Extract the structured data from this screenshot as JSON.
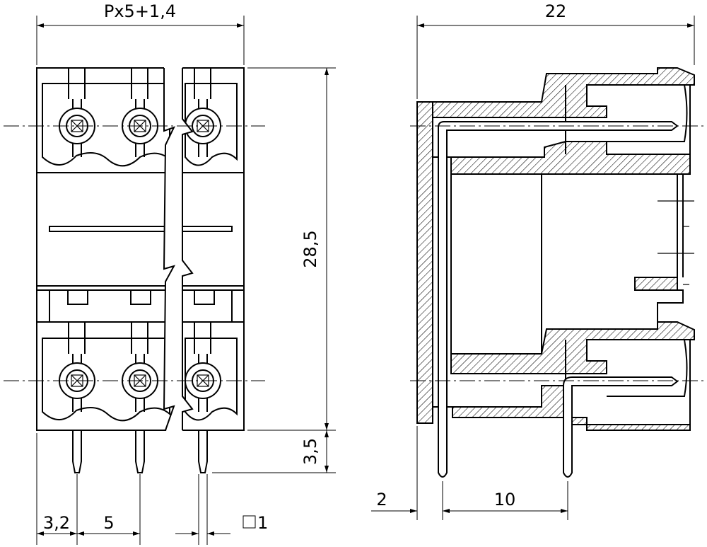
{
  "labels": {
    "front_width": "Px5+1,4",
    "side_width": "22",
    "height": "28,5",
    "pin_length": "3,5",
    "edge_to_pin": "3,2",
    "pitch": "5",
    "pin_square": "1",
    "side_offset": "2",
    "pin_spacing": "10"
  },
  "colors": {
    "line": "#000000",
    "background": "#ffffff"
  }
}
